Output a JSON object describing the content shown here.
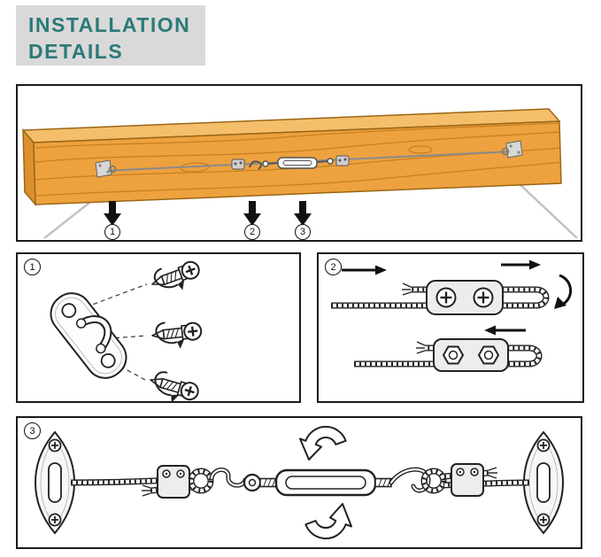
{
  "header": {
    "title_line1": "INSTALLATION",
    "title_line2": "DETAILS"
  },
  "overview_panel": {
    "description": "wood-beam-with-wire-rope-turnbuckle-assembly",
    "step_labels": [
      "1",
      "2",
      "3"
    ]
  },
  "detail_panels": [
    {
      "badge": "1",
      "subject": "pad-eye-plate-with-mounting-screws"
    },
    {
      "badge": "2",
      "subject": "wire-rope-duplex-clamps-threading"
    },
    {
      "badge": "3",
      "subject": "full-assembly-plates-clamps-hooks-turnbuckle"
    }
  ],
  "icons": {
    "down_arrow_icon": "▼",
    "right_arrow_icon": "→",
    "left_arrow_icon": "←",
    "rotation_arrow_icon": "↻",
    "screw_rotation_icon": "⟳"
  },
  "colors": {
    "accent_teal": "#2B7A78",
    "header_bg": "#D9D9D9",
    "wood_front": "#EDA23F",
    "wood_top": "#F5BE6B",
    "wood_end": "#DE9030",
    "line": "#1A1A1A"
  }
}
